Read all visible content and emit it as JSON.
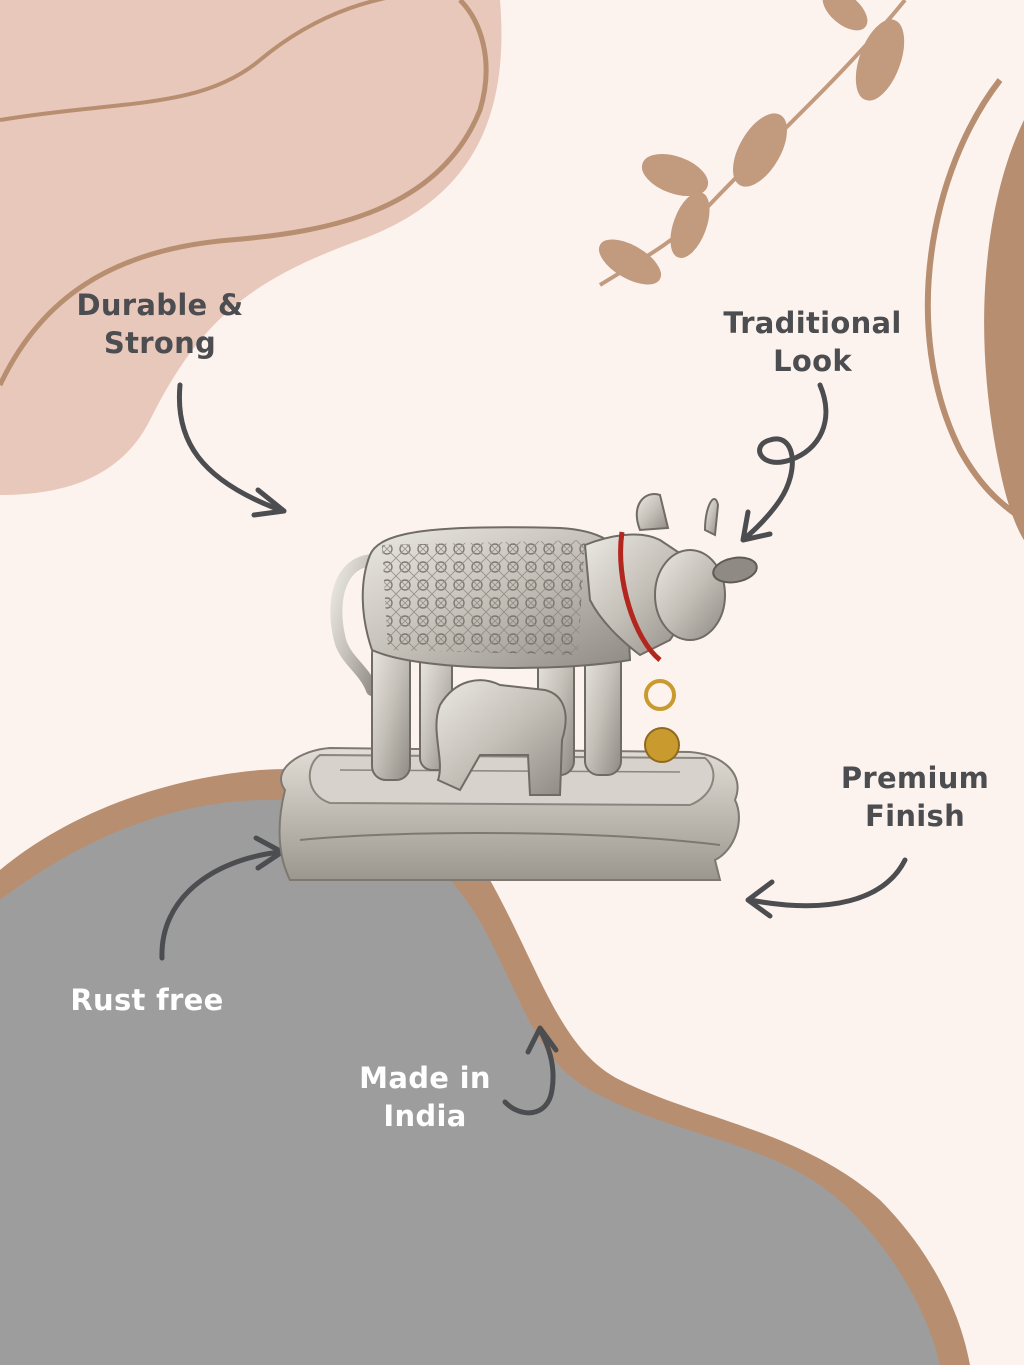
{
  "features": {
    "durable": {
      "line1": "Durable &",
      "line2": "Strong"
    },
    "traditional": {
      "line1": "Traditional",
      "line2": "Look"
    },
    "premium": {
      "line1": "Premium",
      "line2": "Finish"
    },
    "rust": {
      "line1": "Rust free"
    },
    "india": {
      "line1": "Made in",
      "line2": "India"
    }
  },
  "colors": {
    "background": "#fdf3ee",
    "blob_peach": "#e8c8bb",
    "accent_brown": "#b88e70",
    "blob_gray": "#9d9d9e",
    "text_dark": "#4c4d50",
    "text_light": "#ffffff",
    "silver": "#c9c6c0"
  },
  "product": {
    "figure": "cow-and-calf-figurine-icon"
  }
}
